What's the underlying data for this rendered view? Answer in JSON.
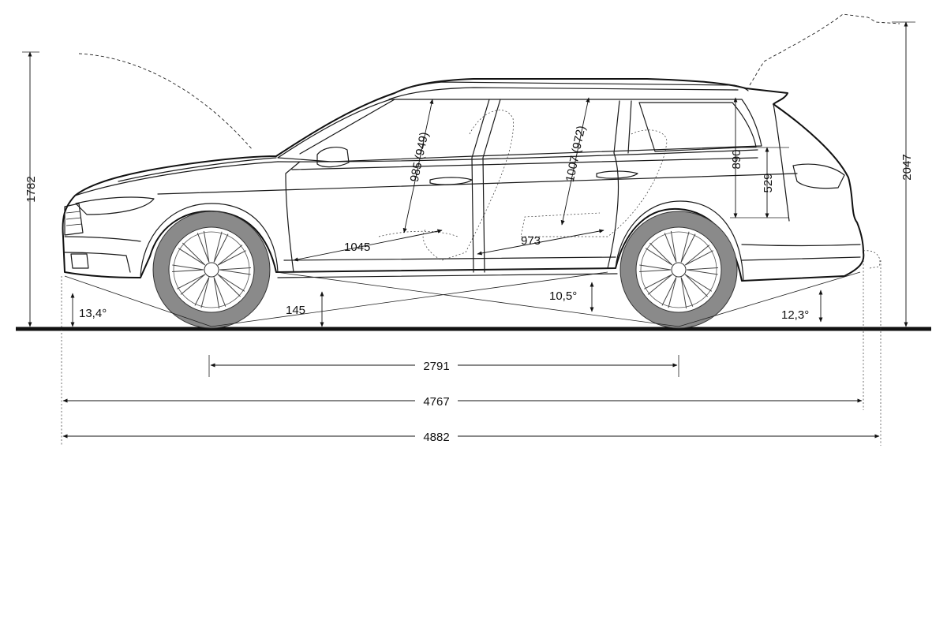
{
  "dimensions": {
    "overall_height": "1782",
    "tailgate_open_height": "2047",
    "front_headroom": "985 (949)",
    "rear_headroom": "1007 (972)",
    "front_legroom": "1045",
    "rear_legroom": "973",
    "boot_opening_height": "890",
    "loading_sill_height": "529",
    "approach_angle": "13,4°",
    "ground_clearance": "145",
    "ramp_angle": "10,5°",
    "departure_angle": "12,3°",
    "wheelbase": "2791",
    "overall_length": "4767",
    "overall_length_with_towbar": "4882"
  }
}
